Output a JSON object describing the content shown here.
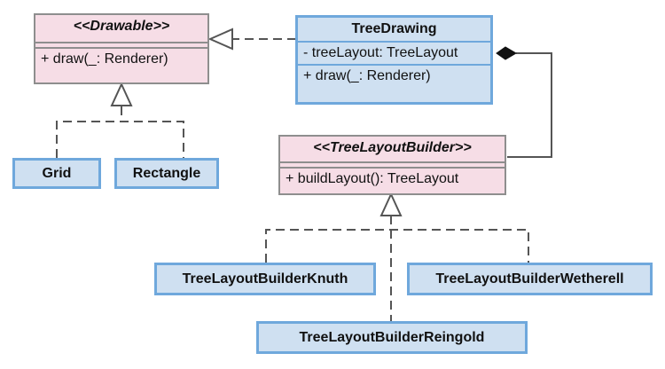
{
  "classes": {
    "drawable": {
      "title": "<<Drawable>>",
      "methods": [
        "+ draw(_: Renderer)"
      ]
    },
    "tree_drawing": {
      "title": "TreeDrawing",
      "attributes": [
        "- treeLayout: TreeLayout"
      ],
      "methods": [
        "+ draw(_: Renderer)"
      ]
    },
    "tree_layout_builder": {
      "title": "<<TreeLayoutBuilder>>",
      "methods": [
        "+ buildLayout(): TreeLayout"
      ]
    },
    "grid": {
      "title": "Grid"
    },
    "rectangle": {
      "title": "Rectangle"
    },
    "knuth": {
      "title": "TreeLayoutBuilderKnuth"
    },
    "wetherell": {
      "title": "TreeLayoutBuilderWetherell"
    },
    "reingold": {
      "title": "TreeLayoutBuilderReingold"
    }
  },
  "colors": {
    "interface_fill": "#f6dde6",
    "interface_border": "#8e8e8e",
    "class_fill": "#cfe0f1",
    "class_border": "#6fa8dc",
    "connector": "#555555"
  }
}
